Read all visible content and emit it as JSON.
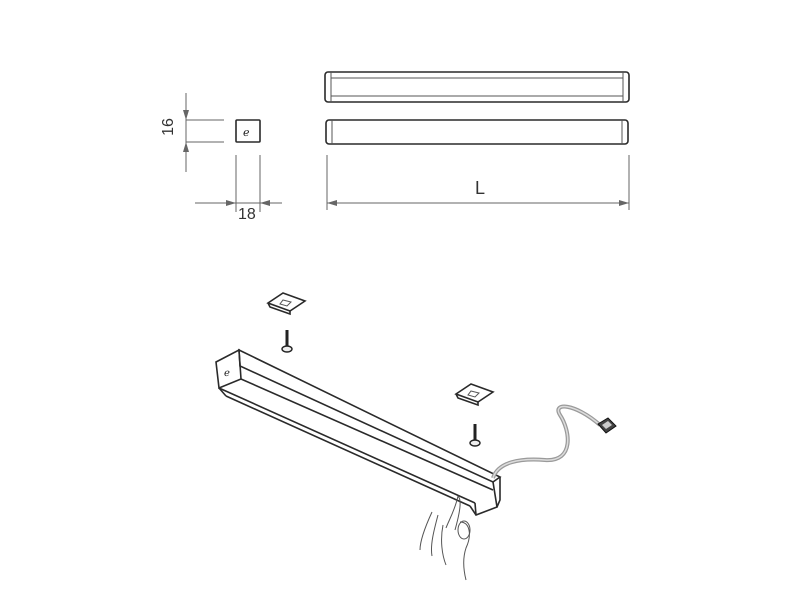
{
  "diagram": {
    "subject": "LED profile light fixture with mounting clips and touch switch",
    "cross_section": {
      "height_label": "16",
      "width_label": "18"
    },
    "top_views": {
      "length_label": "L"
    },
    "isometric": {
      "parts": [
        "mounting-clip",
        "screw",
        "light-bar",
        "cable",
        "connector",
        "hand-touch"
      ]
    },
    "colors": {
      "line": "#2a2a2a",
      "dimension": "#666666",
      "cable": "#9a9a9a",
      "label_accent_orange": "#e58a1e",
      "label_accent_blue": "#3a6db5"
    }
  }
}
